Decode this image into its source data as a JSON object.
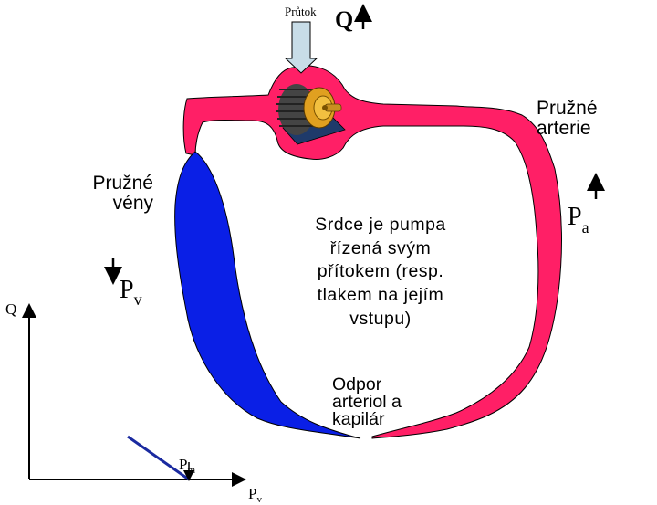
{
  "labels": {
    "prutok": "Průtok",
    "q_top": "Q",
    "arterie": "Pružné\narterie",
    "pa_main": "P",
    "pa_sub": "a",
    "veny": "Pružné\nvény",
    "pv_main": "P",
    "pv_sub": "v",
    "srdce": "Srdce je pumpa\nřízená svým\npřítokem (resp.\ntlakem na jejím\nvstupu)",
    "odpor": "Odpor\narteriol a\nkapilár",
    "graph_q": "Q",
    "graph_pm_main": "P",
    "graph_pm_sub": "m",
    "graph_pv_main": "P",
    "graph_pv_sub": "v"
  },
  "colors": {
    "artery": "#ff1f66",
    "vein": "#0a1fe6",
    "outline": "#000000",
    "inflow_arrow": "#c8dde8",
    "pump_gold": "#e0a020",
    "pump_dark": "#333333",
    "pump_base": "#1f3a6a",
    "graph_line": "#1a2aa0"
  }
}
